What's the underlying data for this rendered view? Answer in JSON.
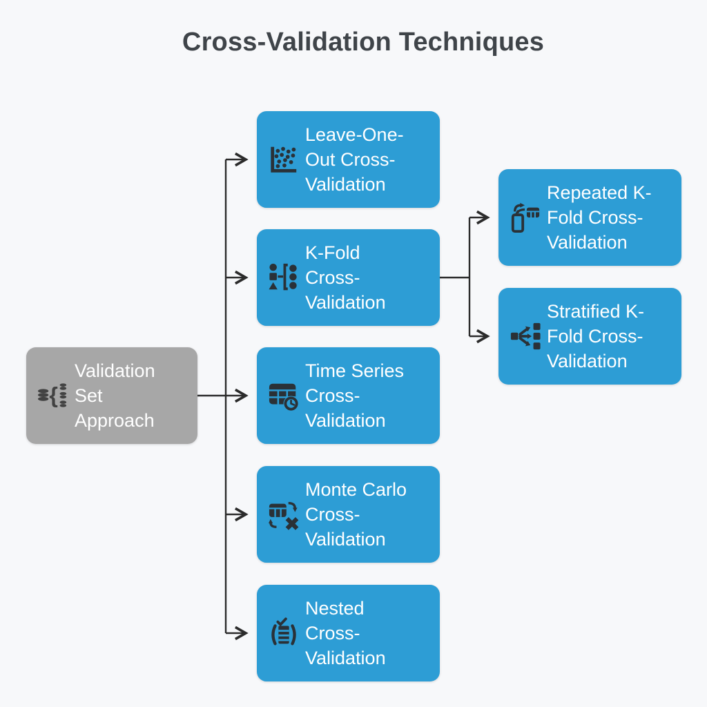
{
  "title": "Cross-Validation Techniques",
  "palette": {
    "background": "#F7F8FA",
    "node_blue": "#2D9DD5",
    "node_gray": "#A7A7A7",
    "node_text": "#FFFFFF",
    "icon_on_blue": "#2A3137",
    "icon_on_gray": "#424242",
    "connector": "#2B2B2B",
    "title_color": "#3F4449"
  },
  "root_node": {
    "label": "Validation\nSet\nApproach",
    "icon": "data-split-icon"
  },
  "middle_nodes": [
    {
      "label": "Leave-One-\nOut Cross-\nValidation",
      "icon": "scatter-plot-icon"
    },
    {
      "label": "K-Fold\nCross-\nValidation",
      "icon": "k-fold-split-icon"
    },
    {
      "label": "Time Series\nCross-\nValidation",
      "icon": "calendar-clock-icon"
    },
    {
      "label": "Monte Carlo\nCross-\nValidation",
      "icon": "random-shuffle-icon"
    },
    {
      "label": "Nested\nCross-\nValidation",
      "icon": "nested-list-check-icon"
    }
  ],
  "right_nodes": [
    {
      "label": "Repeated K-\nFold Cross-\nValidation",
      "icon": "phone-table-sync-icon"
    },
    {
      "label": "Stratified K-\nFold Cross-\nValidation",
      "icon": "branch-distribution-icon"
    }
  ]
}
